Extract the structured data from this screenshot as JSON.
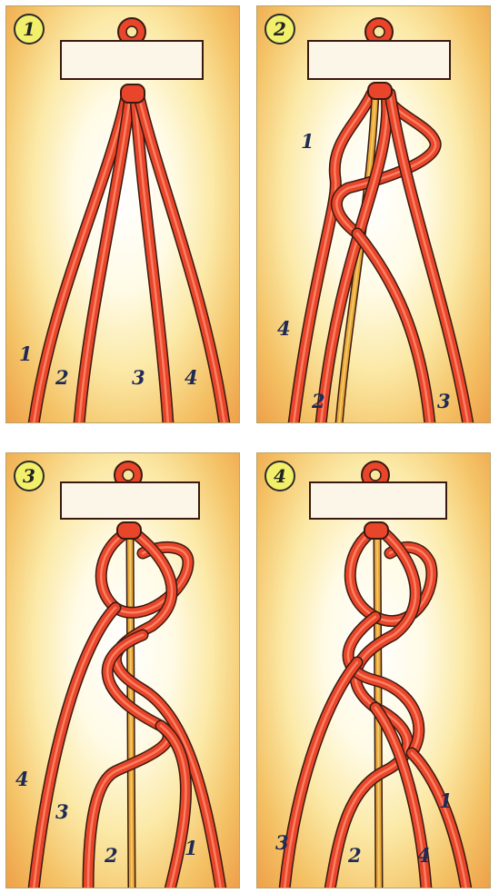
{
  "panels": [
    {
      "number": "1",
      "labels": [
        "1",
        "2",
        "3",
        "4"
      ]
    },
    {
      "number": "2",
      "labels": [
        "1",
        "4",
        "2",
        "3"
      ]
    },
    {
      "number": "3",
      "labels": [
        "4",
        "3",
        "2",
        "1"
      ]
    },
    {
      "number": "4",
      "labels": [
        "1",
        "3",
        "2",
        "4"
      ]
    }
  ],
  "colors": {
    "cord_red": "#e8452b",
    "cord_red_light": "#ff8a6a",
    "cord_yellow": "#e9a838",
    "outline": "#3a1a10",
    "bar_fill": "#fbf6e8"
  }
}
